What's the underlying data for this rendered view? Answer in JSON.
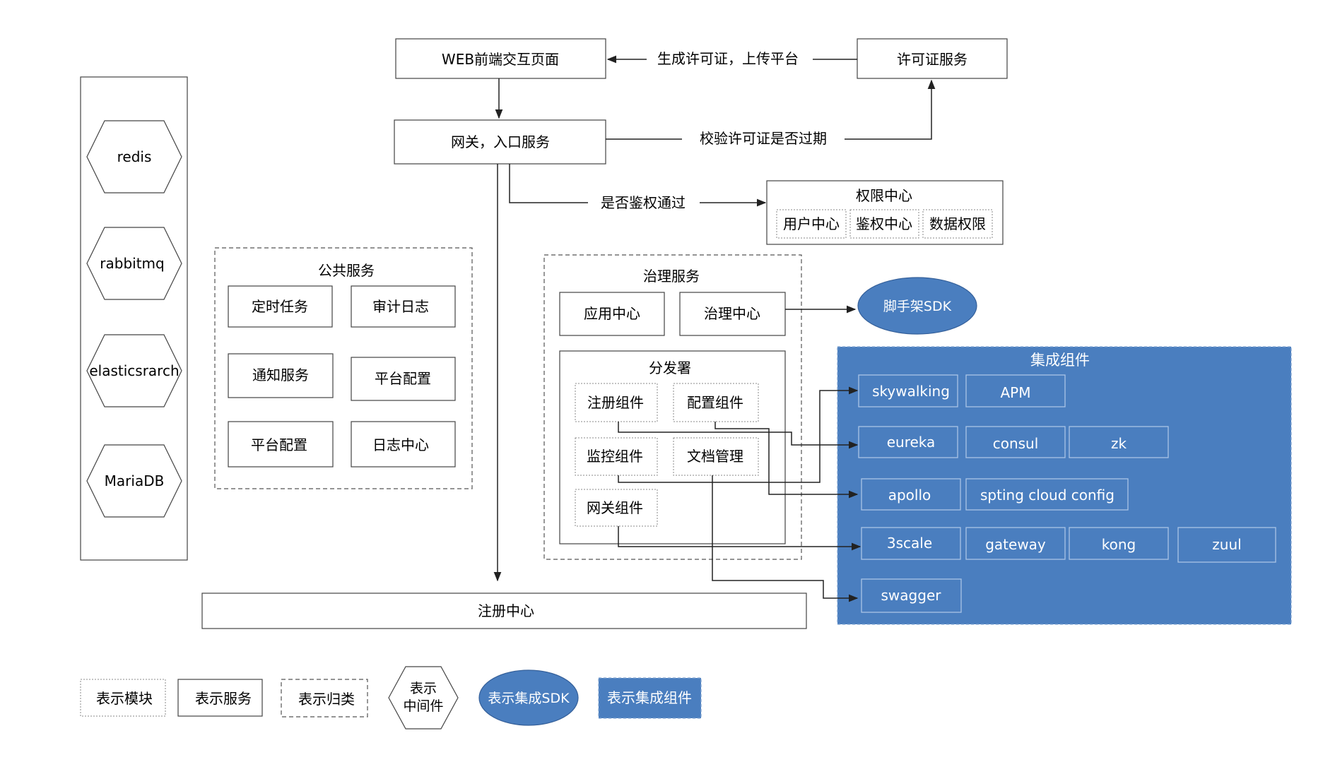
{
  "top": {
    "web_frontend": "WEB前端交互页面",
    "license_service": "许可证服务",
    "gen_license_label": "生成许可证，上传平台",
    "gateway": "网关，入口服务",
    "check_license_label": "校验许可证是否过期",
    "auth_pass_label": "是否鉴权通过"
  },
  "permission": {
    "title": "权限中心",
    "items": [
      "用户中心",
      "鉴权中心",
      "数据权限"
    ]
  },
  "middleware": {
    "items": [
      "redis",
      "rabbitmq",
      "elasticsrarch",
      "MariaDB"
    ]
  },
  "public_services": {
    "title": "公共服务",
    "items": [
      "定时任务",
      "审计日志",
      "通知服务",
      "平台配置",
      "平台配置",
      "日志中心"
    ]
  },
  "governance": {
    "title": "治理服务",
    "app_center": "应用中心",
    "gov_center": "治理中心",
    "sdk": "脚手架SDK",
    "distributor": {
      "title": "分发署",
      "items": [
        "注册组件",
        "配置组件",
        "监控组件",
        "文档管理",
        "网关组件"
      ]
    }
  },
  "integration": {
    "title": "集成组件",
    "row1": [
      "skywalking",
      "APM"
    ],
    "row2": [
      "eureka",
      "consul",
      "zk"
    ],
    "row3": [
      "apollo",
      "spting cloud config"
    ],
    "row4": [
      "3scale",
      "gateway",
      "kong",
      "zuul"
    ],
    "row5": [
      "swagger"
    ]
  },
  "registry": "注册中心",
  "legend": {
    "module": "表示模块",
    "service": "表示服务",
    "category": "表示归类",
    "middleware_line1": "表示",
    "middleware_line2": "中间件",
    "sdk": "表示集成SDK",
    "component": "表示集成组件"
  },
  "colors": {
    "integration_bg": "#4a7ebf",
    "integration_border": "#a9c4e6",
    "line": "#222222"
  }
}
